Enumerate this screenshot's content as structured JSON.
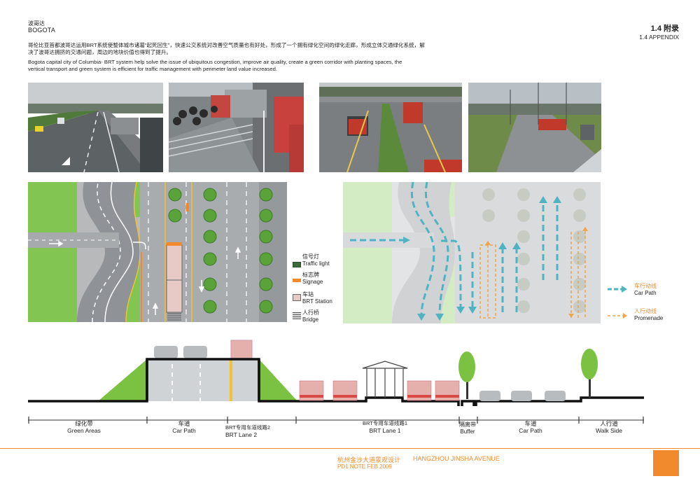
{
  "header": {
    "city_cn": "波哥达",
    "city_en": "BOGOTA",
    "section_number_title": "1.4 附录",
    "section_en": "1.4 APPENDIX"
  },
  "description": {
    "cn": "哥伦比亚首都波哥达运用BRT系统使整体城市诸葛“起死回生”，快速公交系统对改善空气质量也有好处，形成了一个拥有绿化空间的绿化走廊，形成立体交通绿化系统，解决了波哥达拥挤的交通问题，周边的地块价值也得到了提升。",
    "en": "Bogota capital city of Columbia- BRT system help solve the issue of ubiquitous congestion, improve air quality, create a green corridor with planting spaces, the vertical transport and green system is efficient for traffic management with perimeter land value increased."
  },
  "legend_left": {
    "traffic_light_cn": "信号灯",
    "traffic_light_en": "Traffic light",
    "signage_cn": "标志牌",
    "signage_en": "Signage",
    "station_cn": "车站",
    "station_en": "BRT Station",
    "bridge_cn": "人行桥",
    "bridge_en": "Bridge"
  },
  "legend_right": {
    "car_path_cn": "车行动线",
    "car_path_en": "Car Path",
    "promenade_cn": "人行动线",
    "promenade_en": "Promenade"
  },
  "section_labels": [
    {
      "cn": "绿化带",
      "en": "Green Areas"
    },
    {
      "cn": "车道",
      "en": "Car Path"
    },
    {
      "cn": "BRT专用车道线路2",
      "en": "BRT Lane 2"
    },
    {
      "cn": "BRT专用车道线路1",
      "en": "BRT Lane 1"
    },
    {
      "cn": "隔离带",
      "en": "Buffer"
    },
    {
      "cn": "车道",
      "en": "Car Path"
    },
    {
      "cn": "人行道",
      "en": "Walk Side"
    }
  ],
  "footer": {
    "project_cn": "杭州金沙大道景观设计",
    "project_en": "HANGZHOU JINSHA AVENUE",
    "code": "PD1 NOTE FEB 2009"
  },
  "colors": {
    "accent": "#f08a2c",
    "green": "#7cc242",
    "road": "#9fa3a6",
    "brt_red": "#d94a45",
    "arrow_blue": "#4fb3c4"
  }
}
